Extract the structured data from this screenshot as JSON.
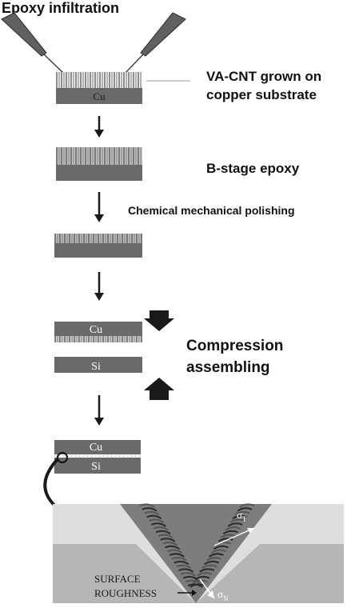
{
  "labels": {
    "epoxy_infiltration": "Epoxy infiltration",
    "vacnt_line1": "VA-CNT grown on",
    "vacnt_line2": "copper substrate",
    "bstage": "B-stage epoxy",
    "cmp": "Chemical mechanical polishing",
    "compression_line1": "Compression",
    "compression_line2": "assembling"
  },
  "materials": {
    "cu": "Cu",
    "si": "Si"
  },
  "inset": {
    "surface": "SURFACE",
    "roughness": "ROUGHNESS",
    "sigma_t_base": "σ",
    "sigma_t_sub": "T",
    "sigma_n_base": "σ",
    "sigma_n_sub": "N"
  },
  "colors": {
    "substrate": "#6a6a6a",
    "cnt_dark": "#505050",
    "cnt_light": "#dcdcdc",
    "arrow": "#1a1a1a",
    "inset_bg": "#dedede",
    "inset_mid": "#b6b6b6",
    "inset_dark": "#7d7d7d"
  }
}
